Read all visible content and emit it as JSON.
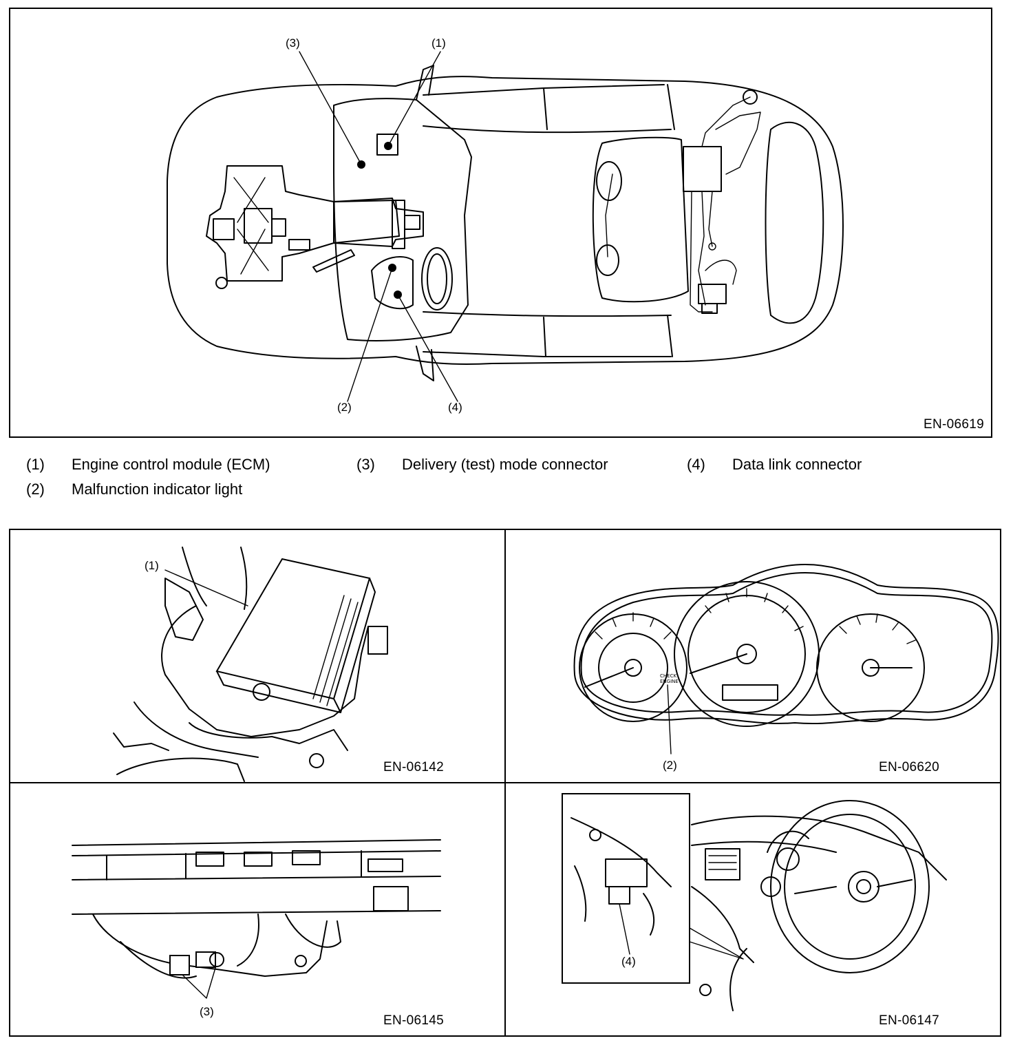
{
  "main_figure": {
    "code": "EN-06619",
    "callouts": [
      "(1)",
      "(2)",
      "(3)",
      "(4)"
    ]
  },
  "legend": [
    {
      "num": "(1)",
      "text": "Engine control module (ECM)"
    },
    {
      "num": "(3)",
      "text": "Delivery (test) mode connector"
    },
    {
      "num": "(4)",
      "text": "Data link connector"
    },
    {
      "num": "(2)",
      "text": "Malfunction indicator light"
    }
  ],
  "panels": [
    {
      "code": "EN-06142",
      "callout": "(1)"
    },
    {
      "code": "EN-06620",
      "callout": "(2)",
      "gauge_text": [
        "CHECK",
        "ENGINE"
      ]
    },
    {
      "code": "EN-06145",
      "callout": "(3)"
    },
    {
      "code": "EN-06147",
      "callout": "(4)"
    }
  ]
}
